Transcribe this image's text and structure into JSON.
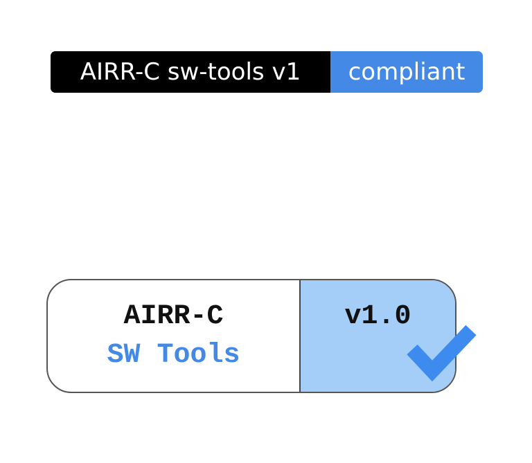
{
  "top_badge": {
    "label": "AIRR-C sw-tools v1",
    "status": "compliant",
    "label_bg": "#000000",
    "status_bg": "#4489e6"
  },
  "main_badge": {
    "title": "AIRR-C",
    "subtitle": "SW Tools",
    "version": "v1.0",
    "subtitle_color": "#4489e6",
    "version_bg": "#a4cdf7",
    "check_color": "#3d8bef",
    "icon": "checkmark-icon"
  }
}
